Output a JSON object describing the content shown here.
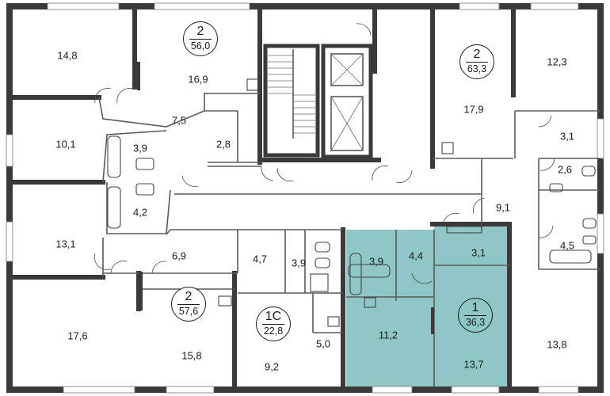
{
  "colors": {
    "wall": "#3a3a3a",
    "highlight_fill": "#8ec7c5",
    "background": "#ffffff"
  },
  "apartments": [
    {
      "id": "apt-a",
      "rooms": "2",
      "total": "56,0"
    },
    {
      "id": "apt-b",
      "rooms": "2",
      "total": "63,3"
    },
    {
      "id": "apt-c",
      "rooms": "2",
      "total": "57,6"
    },
    {
      "id": "apt-d",
      "rooms": "1С",
      "total": "22,8"
    },
    {
      "id": "apt-e",
      "rooms": "1",
      "total": "36,3",
      "highlighted": true
    }
  ],
  "room_areas": {
    "r01": "14,8",
    "r02": "16,9",
    "r03": "10,1",
    "r04": "7,5",
    "r05": "3,9",
    "r06": "2,8",
    "r07": "4,2",
    "r08": "13,1",
    "r09": "6,9",
    "r10": "17,6",
    "r11": "15,8",
    "r12": "4,7",
    "r13": "3,9",
    "r14": "5,0",
    "r15": "9,2",
    "r16": "3,9",
    "r17": "4,4",
    "r18": "3,1",
    "r19": "11,2",
    "r20": "13,7",
    "r21": "12,3",
    "r22": "17,9",
    "r23": "3,1",
    "r24": "2,6",
    "r25": "9,1",
    "r26": "4,5",
    "r27": "13,8"
  }
}
